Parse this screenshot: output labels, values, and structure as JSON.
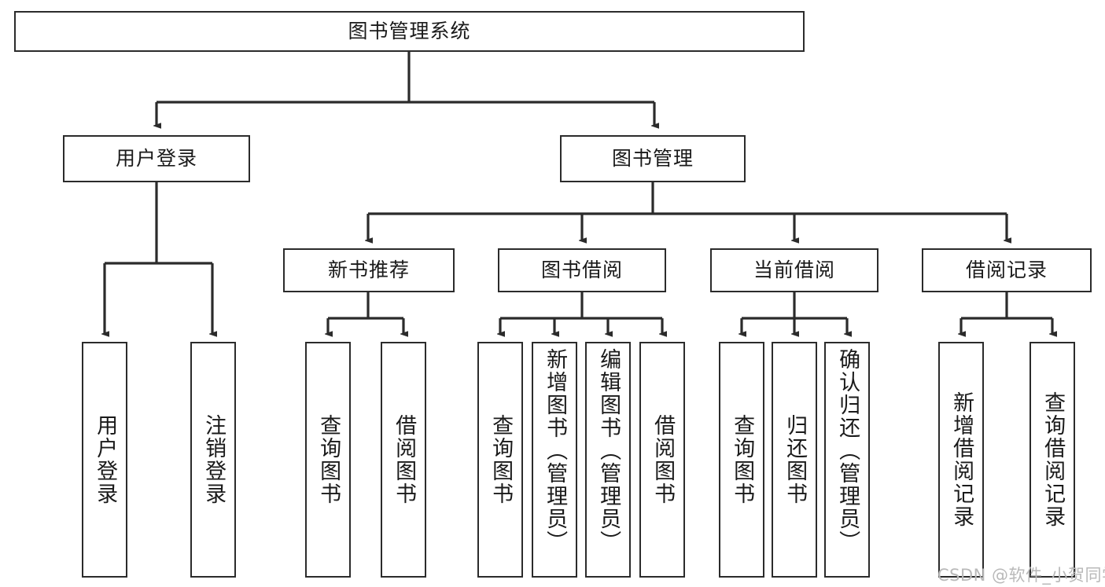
{
  "diagram": {
    "title": "图书管理系统",
    "type": "tree",
    "orientation": "top-down",
    "line_color": "#2b2b2b",
    "box_fill": "#ffffff",
    "text_color": "#1a1a1a"
  },
  "root": {
    "label": "图书管理系统"
  },
  "level2": [
    {
      "label": "用户登录"
    },
    {
      "label": "图书管理"
    }
  ],
  "level3": [
    {
      "label": "新书推荐"
    },
    {
      "label": "图书借阅"
    },
    {
      "label": "当前借阅"
    },
    {
      "label": "借阅记录"
    }
  ],
  "leaves": {
    "user_login": [
      {
        "label": "用户登录"
      },
      {
        "label": "注销登录"
      }
    ],
    "new_book_recommend": [
      {
        "label": "查询图书"
      },
      {
        "label": "借阅图书"
      }
    ],
    "book_borrow": [
      {
        "label": "查询图书"
      },
      {
        "label": "新增图书（管理员）"
      },
      {
        "label": "编辑图书（管理员）"
      },
      {
        "label": "借阅图书"
      }
    ],
    "current_borrow": [
      {
        "label": "查询图书"
      },
      {
        "label": "归还图书"
      },
      {
        "label": "确认归还（管理员）"
      }
    ],
    "borrow_record": [
      {
        "label": "新增借阅记录"
      },
      {
        "label": "查询借阅记录"
      }
    ]
  },
  "watermark": {
    "text": "CSDN @软件_小贺同学"
  }
}
